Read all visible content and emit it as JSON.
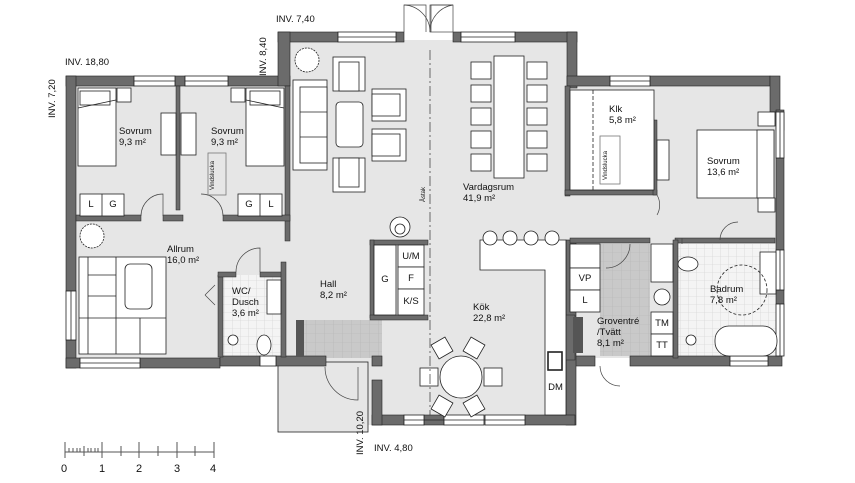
{
  "dimensions": {
    "top_left_width": "INV. 18,80",
    "left_height": "INV. 7,20",
    "living_width": "INV. 7,40",
    "living_height": "INV. 8,40",
    "entry_height": "INV. 10,20",
    "entry_width": "INV. 4,80"
  },
  "rooms": [
    {
      "id": "sovrum1",
      "name": "Sovrum",
      "area": "9,3 m²"
    },
    {
      "id": "sovrum2",
      "name": "Sovrum",
      "area": "9,3 m²"
    },
    {
      "id": "allrum",
      "name": "Allrum",
      "area": "16,0 m²"
    },
    {
      "id": "wc",
      "name": "WC/",
      "name2": "Dusch",
      "area": "3,6 m²"
    },
    {
      "id": "hall",
      "name": "Hall",
      "area": "8,2 m²"
    },
    {
      "id": "vardagsrum",
      "name": "Vardagsrum",
      "area": "41,9 m²"
    },
    {
      "id": "kok",
      "name": "Kök",
      "area": "22,8 m²"
    },
    {
      "id": "klk",
      "name": "Klk",
      "area": "5,8 m²"
    },
    {
      "id": "sovrum3",
      "name": "Sovrum",
      "area": "13,6 m²"
    },
    {
      "id": "groventre",
      "name": "Groventré",
      "name2": "/Tvätt",
      "area": "8,1 m²"
    },
    {
      "id": "badrum",
      "name": "Badrum",
      "area": "7,8 m²"
    }
  ],
  "fixtures": {
    "wardrobe_L": "L",
    "wardrobe_G": "G",
    "hall_G": "G",
    "um": "U/M",
    "f": "F",
    "ks": "K/S",
    "vp": "VP",
    "l": "L",
    "tm": "TM",
    "tt": "TT",
    "dm": "DM",
    "vindslucka": "Vindslucka",
    "astak": "Åstak"
  },
  "scale_bar": {
    "labels": [
      "0",
      "1",
      "2",
      "3",
      "4"
    ],
    "unit": "m"
  },
  "colors": {
    "wall": "#6b6b6b",
    "floor": "#e6e6e6",
    "wet_floor": "#c8c8c8",
    "furniture": "#ffffff",
    "line": "#222222"
  }
}
